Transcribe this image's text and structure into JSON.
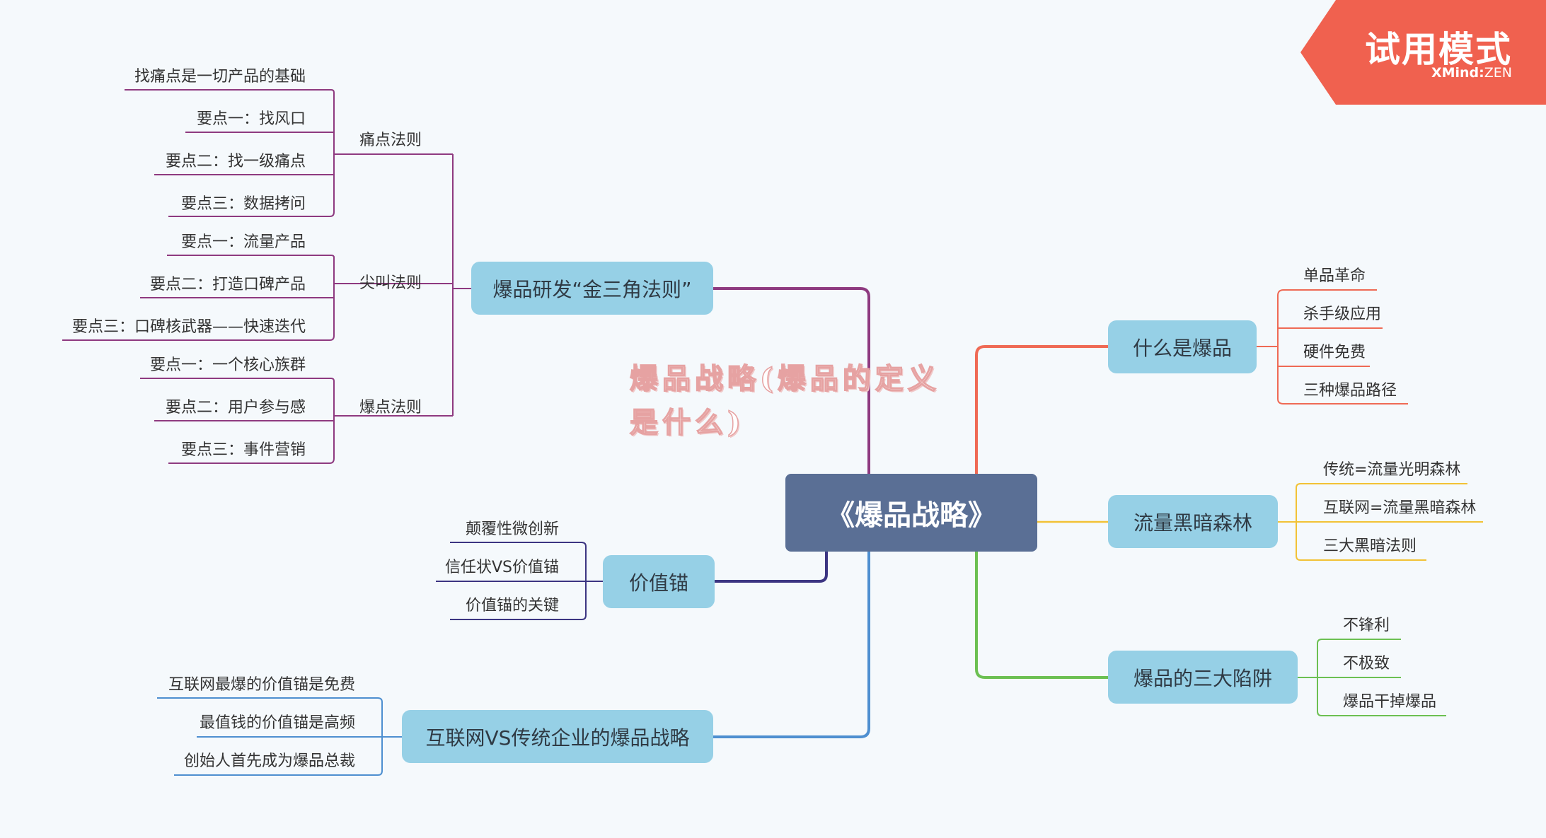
{
  "central": "《爆品战略》",
  "watermark": "爆品战略(爆品的定义是什么)",
  "trial_badge": {
    "title": "试用模式",
    "brand": "XMind",
    "edition": "ZEN"
  },
  "left": [
    {
      "label": "爆品研发“金三角法则”",
      "groups": [
        {
          "label": "痛点法则",
          "items": [
            "找痛点是一切产品的基础",
            "要点一：找风口",
            "要点二：找一级痛点",
            "要点三：数据拷问"
          ]
        },
        {
          "label": "尖叫法则",
          "items": [
            "要点一：流量产品",
            "要点二：打造口碑产品",
            "要点三：口碑核武器——快速迭代"
          ]
        },
        {
          "label": "爆点法则",
          "items": [
            "要点一：一个核心族群",
            "要点二：用户参与感",
            "要点三：事件营销"
          ]
        }
      ]
    },
    {
      "label": "价值锚",
      "items": [
        "颠覆性微创新",
        "信任状VS价值锚",
        "价值锚的关键"
      ]
    },
    {
      "label": "互联网VS传统企业的爆品战略",
      "items": [
        "互联网最爆的价值锚是免费",
        "最值钱的价值锚是高频",
        "创始人首先成为爆品总裁"
      ]
    }
  ],
  "right": [
    {
      "label": "什么是爆品",
      "items": [
        "单品革命",
        "杀手级应用",
        "硬件免费",
        "三种爆品路径"
      ]
    },
    {
      "label": "流量黑暗森林",
      "items": [
        "传统=流量光明森林",
        "互联网=流量黑暗森林",
        "三大黑暗法则"
      ]
    },
    {
      "label": "爆品的三大陷阱",
      "items": [
        "不锋利",
        "不极致",
        "爆品干掉爆品"
      ]
    }
  ],
  "colors": {
    "branch_rd": "#8e3a80",
    "branch_value": "#3c3582",
    "branch_vs": "#4e8fd0",
    "branch_what": "#ef6a55",
    "branch_forest": "#f2c236",
    "branch_trap": "#6cc052",
    "central_bg": "#5a6f95",
    "main_bg": "#96d0e6",
    "trial_bg": "#f0614f"
  }
}
